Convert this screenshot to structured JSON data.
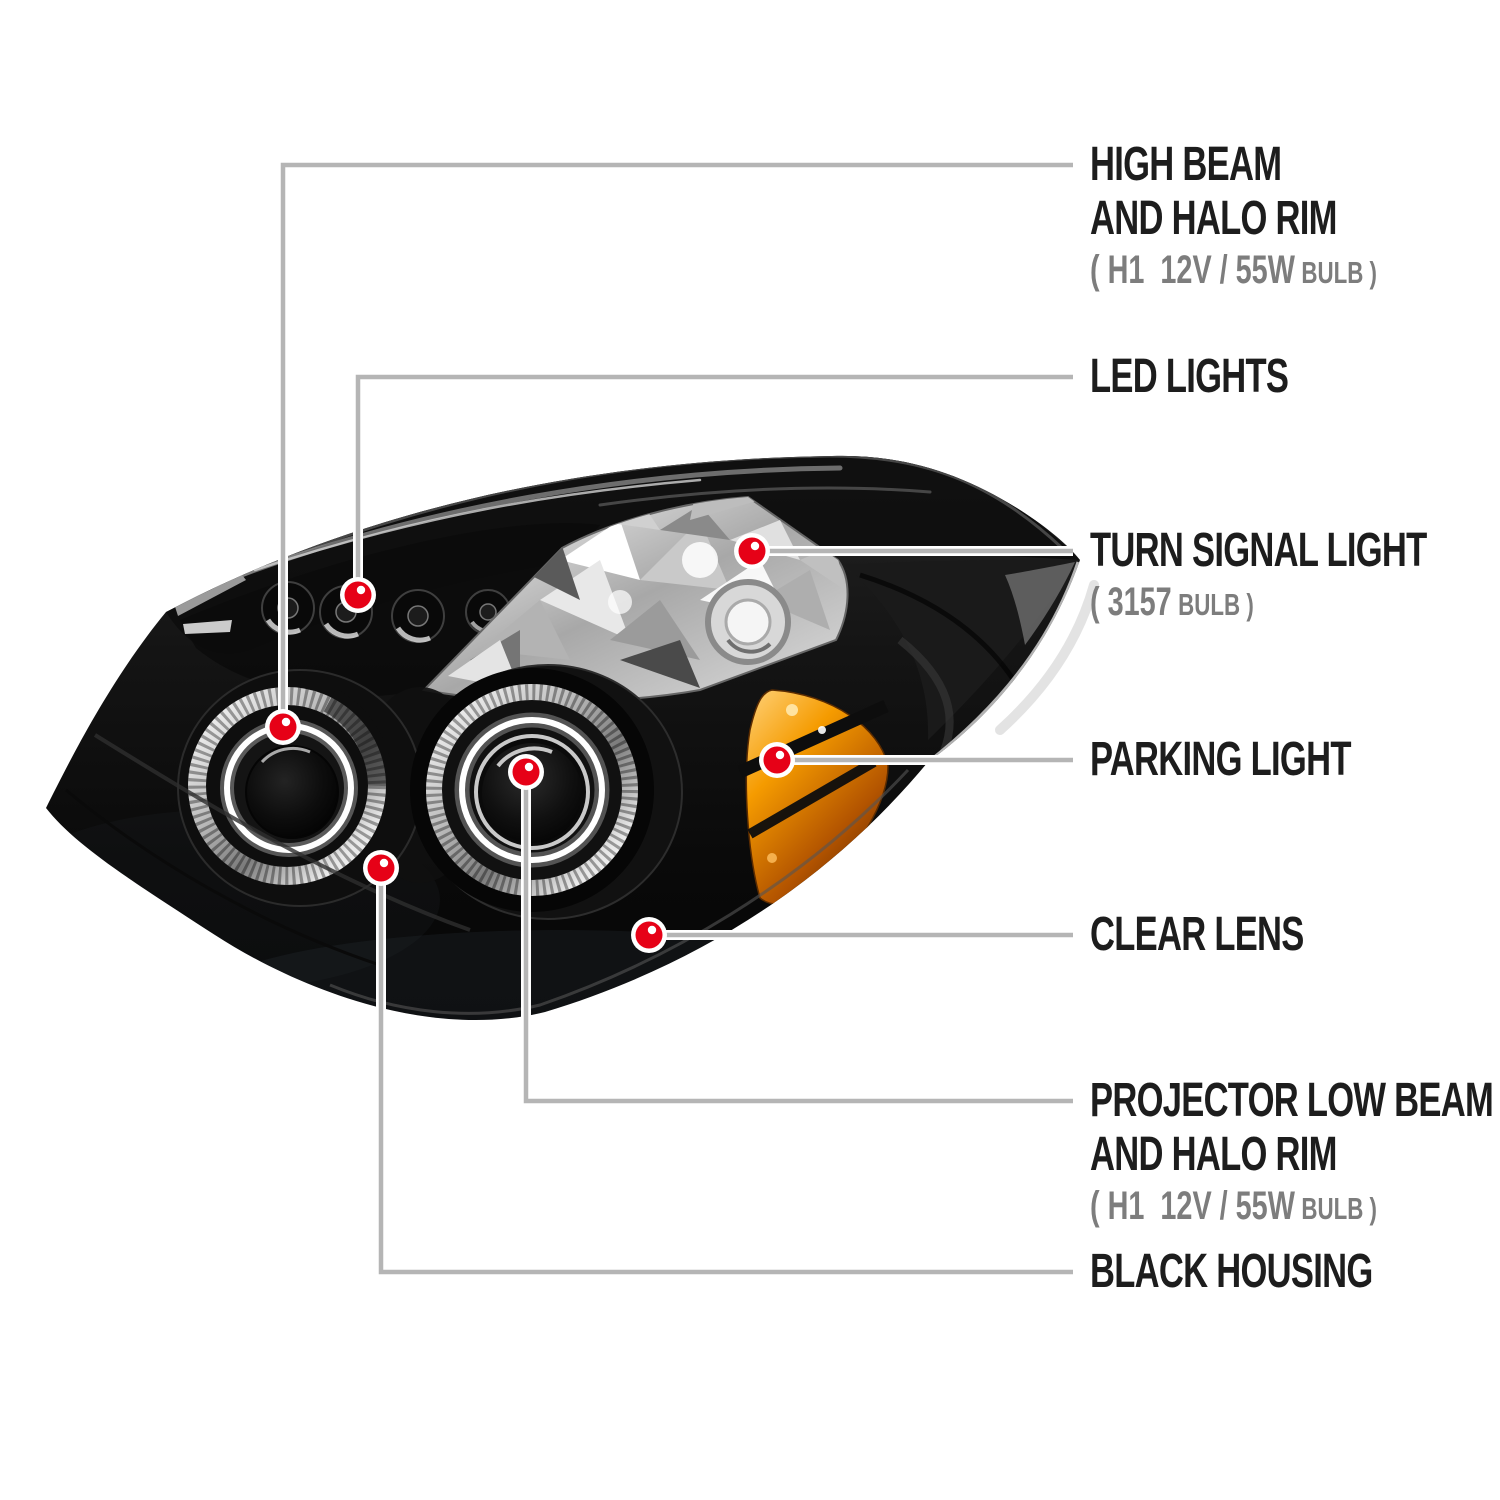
{
  "figure": {
    "subject": "projector-headlight-callout-diagram",
    "background": "#ffffff"
  },
  "colors": {
    "accent_red_dot": "#e60117",
    "callout_line": "#b5b5b5",
    "label_text": "#1d1d1d",
    "label_sub_text": "#7d7d7d",
    "amber_reflector": "#f59b00",
    "housing_black": "#0a0a0a",
    "chrome": "#d8d8d8"
  },
  "labels": {
    "high_beam": {
      "line1": "HIGH BEAM",
      "line2": "AND HALO RIM",
      "sub_big": "( H1  12V / 55W",
      "sub_small": "BULB )"
    },
    "led": {
      "line1": "LED LIGHTS"
    },
    "turn_signal": {
      "line1": "TURN SIGNAL LIGHT",
      "sub_big": "( 3157",
      "sub_small": "BULB )"
    },
    "parking": {
      "line1": "PARKING LIGHT"
    },
    "clear_lens": {
      "line1": "CLEAR LENS"
    },
    "projector": {
      "line1": "PROJECTOR LOW BEAM",
      "line2": "AND HALO RIM",
      "sub_big": "( H1  12V / 55W",
      "sub_small": "BULB )"
    },
    "black_housing": {
      "line1": "BLACK HOUSING"
    }
  }
}
